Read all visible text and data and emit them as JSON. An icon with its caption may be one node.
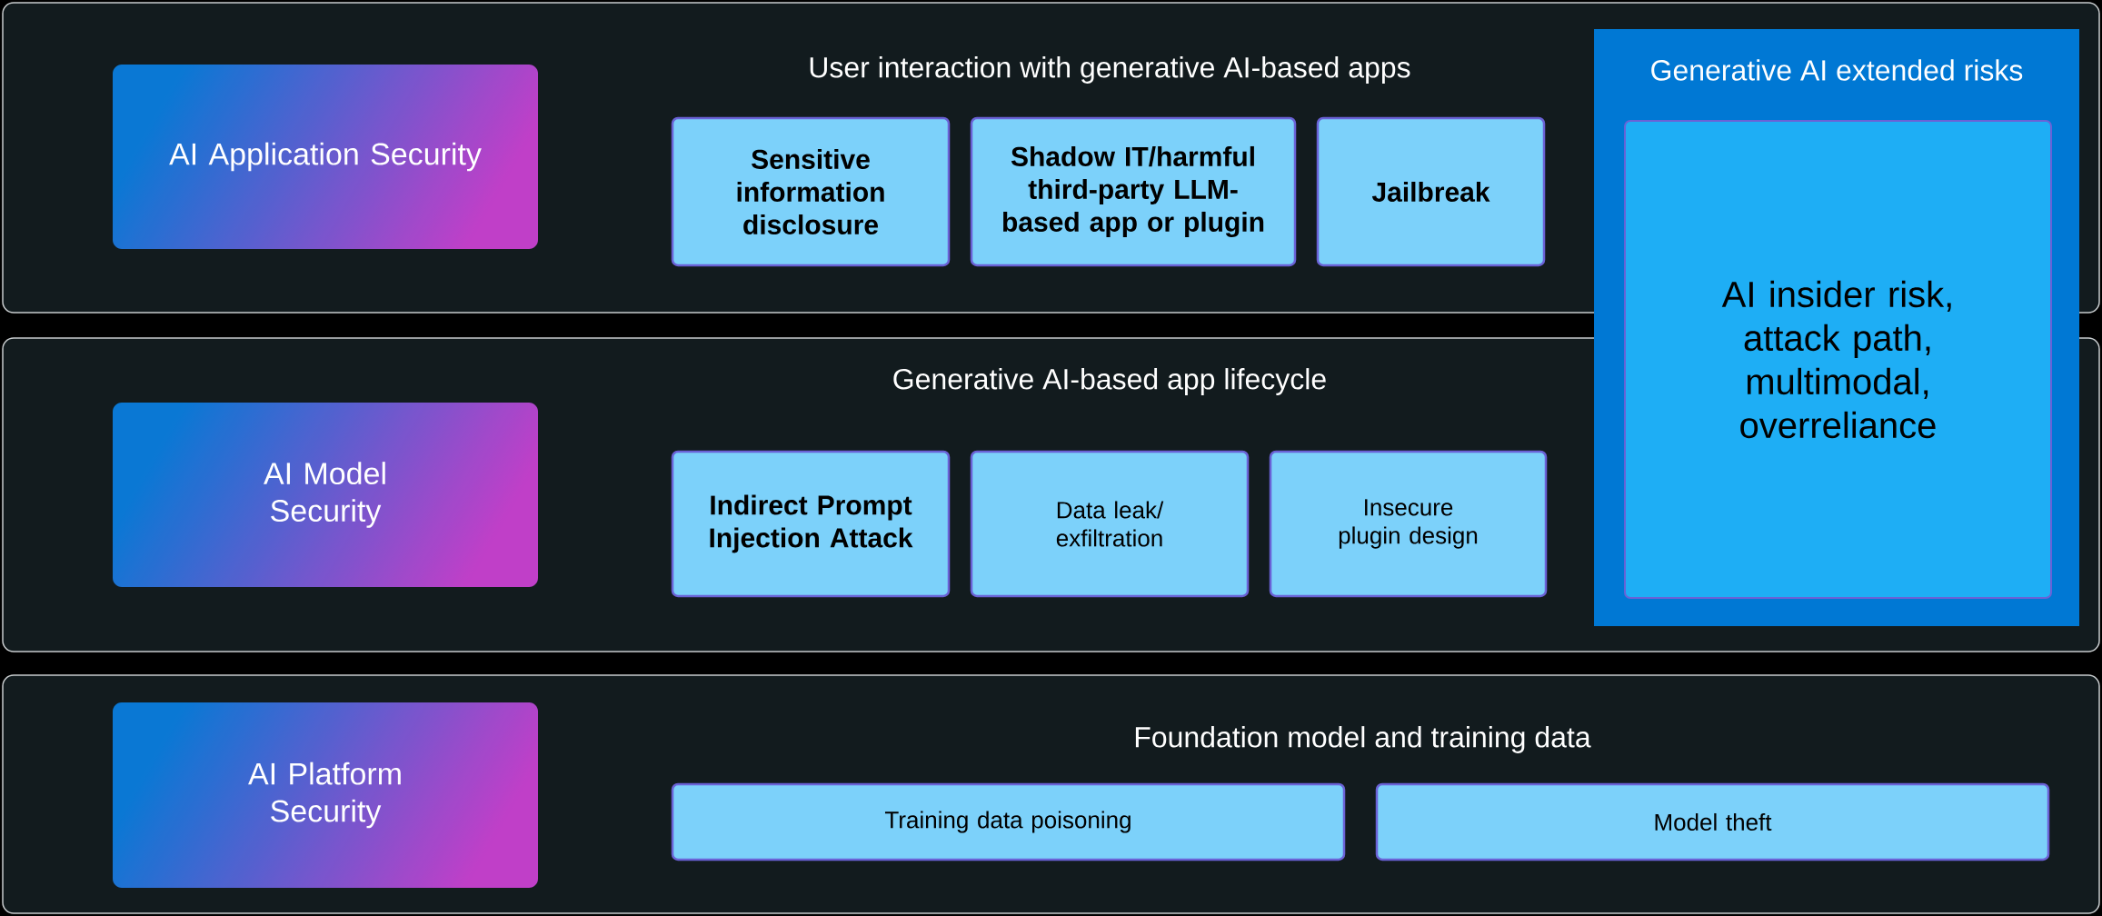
{
  "diagram": {
    "nodes": [
      {
        "text": [
          "User interaction with generative AI-based apps"
        ]
      },
      {
        "text": [
          "AI Application Security"
        ],
        "in": 0
      },
      {
        "text": [
          "Sensitive information disclosure"
        ],
        "in": 0
      },
      {
        "text": [
          "Shadow IT/harmful third-party LLM-based app or plugin"
        ],
        "in": 0
      },
      {
        "text": [
          "Jailbreak"
        ],
        "in": 0
      },
      {
        "text": [
          "Generative AI extended risks"
        ]
      },
      {
        "text": [
          "AI insider risk, attack path, multimodal, overreliance"
        ],
        "in": 5
      },
      {
        "text": [
          "Generative AI-based app lifecycle"
        ]
      },
      {
        "text": [
          "AI Model Security"
        ],
        "in": 7
      },
      {
        "text": [
          "Indirect Prompt Injection Attack"
        ],
        "in": 7
      },
      {
        "text": [
          "Data leak/ exfiltration"
        ],
        "in": 7
      },
      {
        "text": [
          "Insecure plugin design"
        ],
        "in": 7
      },
      {
        "text": [
          "Foundation model and training data"
        ]
      },
      {
        "text": [
          "AI Platform Security"
        ],
        "in": 12
      },
      {
        "text": [
          "Training data poisoning"
        ],
        "in": 12
      },
      {
        "text": [
          "Model theft"
        ],
        "in": 12
      }
    ]
  }
}
